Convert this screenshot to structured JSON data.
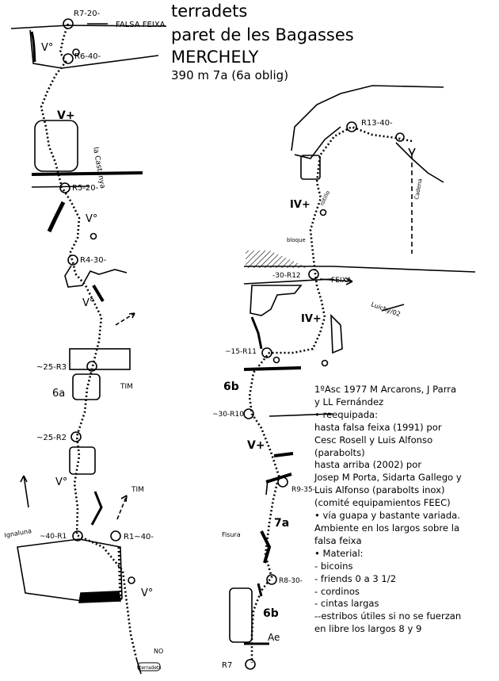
{
  "header": {
    "line1": "terradets",
    "line2": "paret de les Bagasses",
    "line3": "MERCHELY",
    "line4": "390 m 7a (6a oblig)"
  },
  "notes": [
    "1ºAsc 1977 M Arcarons, J Parra",
    "y LL Fernández",
    "• reequipada:",
    "hasta falsa feixa (1991) por",
    "Cesc Rosell y Luis Alfonso",
    "(parabolts)",
    "hasta arriba (2002) por",
    "Josep M Porta, Sidarta Gallego y",
    "Luis Alfonso (parabolts inox)",
    "(comité equipamientos FEEC)",
    "• vía guapa y bastante variada.",
    "Ambiente en los largos sobre la",
    "falsa feixa",
    "• Material:",
    "- bicoins",
    "- friends 0 a 3 1/2",
    "- cordinos",
    "- cintas largas",
    "--estribos útiles si no se fuerzan",
    "en libre los largos 8 y 9"
  ],
  "left_topo": {
    "r7": "R7-20-",
    "falsa_feixa": "FALSA FEIXA",
    "r6": "R6-40-",
    "grade_v1": "V°",
    "grade_vplus": "V+",
    "la_castanya": "la Castanya",
    "r5": "R5-20-",
    "grade_v2": "V°",
    "r4": "R4-30-",
    "grade_v3": "V°",
    "r3": "~25-R3",
    "tim1": "TIM",
    "grade_6a": "6a",
    "r2": "~25-R2",
    "grade_v4": "V°",
    "tim2": "TIM",
    "r1_left": "~40-R1",
    "r1_right": "R1~40-",
    "ignaluna": "Ignaluna",
    "grade_v5": "V°",
    "no": "NO",
    "sign": "terradets"
  },
  "right_topo": {
    "r13": "R13-40-",
    "cadena": "Cadena",
    "grade_ivplus1": "IV+",
    "rotillo": "rotillo",
    "bloque": "bloque",
    "r12": "-30-R12",
    "feixa": "FEIXA",
    "luichy": "Luichy/02",
    "grade_ivplus2": "IV+",
    "r11": "~15-R11",
    "grade_6b1": "6b",
    "r10": "~30-R10",
    "grade_vplus": "V+",
    "r9": "R9-35-",
    "fisura": "Fisura",
    "grade_7a": "7a",
    "r8": "R8-30-",
    "grade_6b2": "6b",
    "ae": "Ae",
    "r7": "R7"
  }
}
